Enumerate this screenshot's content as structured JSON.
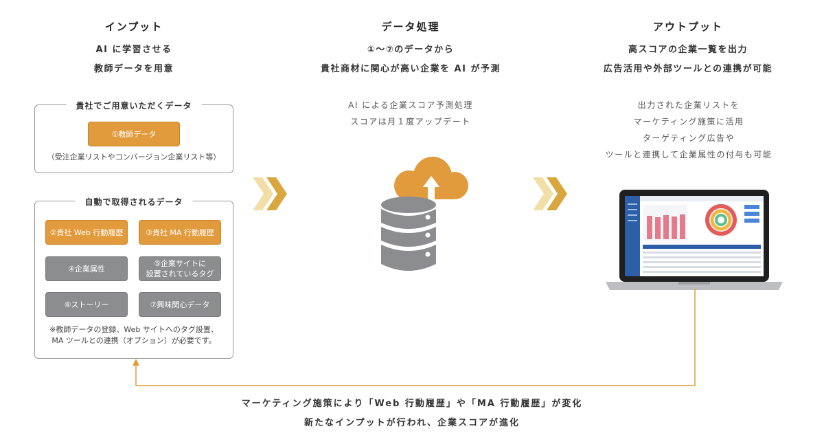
{
  "columns": {
    "input": {
      "title": "インプット",
      "lines": [
        "AI に学習させる",
        "教師データを用意"
      ]
    },
    "processing": {
      "title": "データ処理",
      "lines": [
        "①～⑦のデータから",
        "貴社商材に関心が高い企業を AI が予測"
      ],
      "desc": [
        "AI による企業スコア予測処理",
        "スコアは月１度アップデート"
      ]
    },
    "output": {
      "title": "アウトプット",
      "lines": [
        "高スコアの企業一覧を出力",
        "広告活用や外部ツールとの連携が可能"
      ],
      "desc": [
        "出力された企業リストを",
        "マーケティング施策に活用",
        "ターゲティング広告や",
        "ツールと連携して企業属性の付与も可能"
      ]
    }
  },
  "panel_provided": {
    "title": "貴社でご用意いただくデータ",
    "item": "①教師データ",
    "note": "（受注企業リストやコンバージョン企業リスト等）"
  },
  "panel_auto": {
    "title": "自動で取得されるデータ",
    "items": [
      "②貴社 Web 行動履歴",
      "③貴社 MA 行動履歴",
      "④企業属性",
      "⑤企業サイトに",
      "設置されているタグ",
      "⑥ストーリー",
      "⑦興味関心データ"
    ],
    "note": [
      "※教師データの登録、Web サイトへのタグ設置、",
      "MA ツールとの連携（オプション）が必要です。"
    ]
  },
  "feedback": {
    "lines": [
      "マーケティング施策により「Web 行動履歴」や「MA 行動履歴」が変化",
      "新たなインプットが行われ、企業スコアが進化"
    ]
  },
  "colors": {
    "accent_orange": "#e29b3c",
    "gray_box": "#8c8d8f",
    "arrow_light": "#f2dfa8",
    "arrow_dark": "#d9a73e"
  },
  "icons": [
    "chevron-arrow-icon",
    "cloud-upload-icon",
    "database-icon",
    "laptop-icon"
  ]
}
